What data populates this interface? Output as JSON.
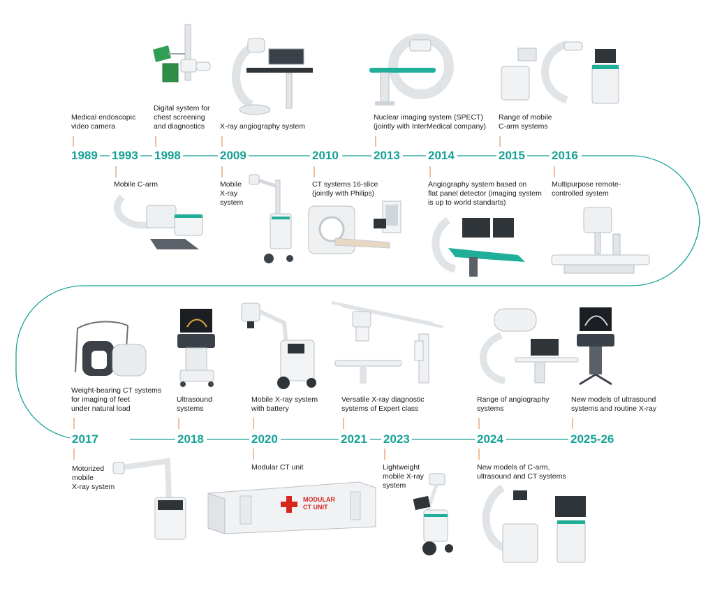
{
  "colors": {
    "accent": "#17a195",
    "tick": "#e07b3a",
    "device": "#e8eaec",
    "device_dark": "#4a4f55",
    "text": "#1a1a1a"
  },
  "milestones": [
    {
      "year": "1989",
      "text": "Medical endoscopic\nvideo camera",
      "device": "endoscopic-video-camera"
    },
    {
      "year": "1993",
      "text": "Mobile C-arm",
      "device": "mobile-c-arm"
    },
    {
      "year": "1998",
      "text": "Digital system for\nchest screening\nand diagnostics",
      "device": "chest-screening-system"
    },
    {
      "year": "2009",
      "text": "X-ray angiography system",
      "device": "x-ray-angiography-system"
    },
    {
      "year": "2009",
      "text": "Mobile\nX-ray\nsystem",
      "device": "mobile-x-ray-system"
    },
    {
      "year": "2010",
      "text": "CT systems 16-slice\n(jointly with Philips)",
      "device": "ct-scanner-16-slice"
    },
    {
      "year": "2013",
      "text": "Nuclear imaging system (SPECT)\n(jointly with InterMedical company)",
      "device": "spect-system"
    },
    {
      "year": "2014",
      "text": "Angiography system based on\nflat panel detector (imaging system\nis up to world standarts)",
      "device": "flat-panel-angiography-system"
    },
    {
      "year": "2015",
      "text": "Range of mobile\nC-arm systems",
      "device": "mobile-c-arm-range"
    },
    {
      "year": "2016",
      "text": "Multipurpose remote-\ncontrolled system",
      "device": "remote-controlled-x-ray-system"
    },
    {
      "year": "2017",
      "text": "Weight-bearing CT systems\nfor imaging of feet\nunder natural load",
      "device": "weight-bearing-ct"
    },
    {
      "year": "2017",
      "text": "Motorized\nmobile\nX-ray system",
      "device": "motorized-mobile-x-ray"
    },
    {
      "year": "2018",
      "text": "Ultrasound\nsystems",
      "device": "ultrasound-system"
    },
    {
      "year": "2020",
      "text": "Mobile X-ray system\nwith battery",
      "device": "battery-mobile-x-ray"
    },
    {
      "year": "2020",
      "text": "Modular CT unit",
      "device": "modular-ct-unit"
    },
    {
      "year": "2021",
      "text": "Versatile X-ray diagnostic\nsystems of Expert class",
      "device": "expert-x-ray-system"
    },
    {
      "year": "2023",
      "text": "Lightweight\nmobile X-ray\nsystem",
      "device": "lightweight-mobile-x-ray"
    },
    {
      "year": "2024",
      "text": "Range of angiography\nsystems",
      "device": "angiography-range"
    },
    {
      "year": "2024",
      "text": "New models of C-arm,\nultrasound and CT systems",
      "device": "new-c-arm-models"
    },
    {
      "year": "2025-26",
      "text": "New models of ultrasound\nsystems and routine X-ray",
      "device": "new-ultrasound-models"
    }
  ],
  "modular_ct_sign": "MODULAR\nCT UNIT"
}
